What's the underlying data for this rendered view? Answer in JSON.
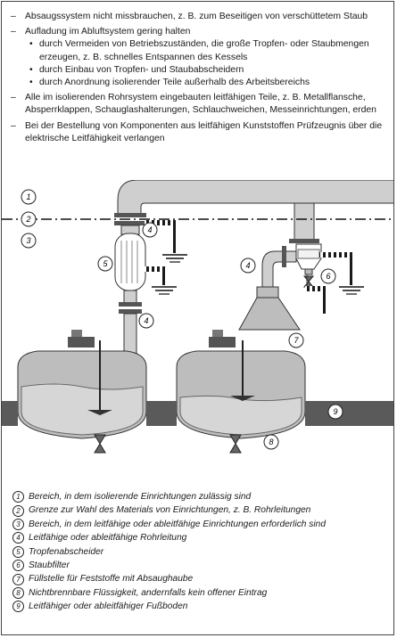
{
  "bullets": [
    {
      "text": "Absaugssystem nicht missbrauchen, z. B. zum Beseitigen von verschüttetem Staub"
    },
    {
      "text": "Aufladung im Abluftsystem gering halten",
      "sub": [
        "durch Vermeiden von Betriebszuständen, die große Tropfen- oder Staubmengen erzeugen, z. B. schnelles Entspannen des Kessels",
        "durch Einbau von Tropfen- und Staubabscheidern",
        "durch Anordnung isolierender Teile außerhalb des Arbeitsbereichs"
      ]
    },
    {
      "text": "Alle im isolierenden Rohrsystem eingebauten leitfähigen Teile, z. B. Metallflansche, Absperrklappen, Schauglashalterungen, Schlauchweichen, Messeinrichtungen, erden"
    },
    {
      "text": "Bei der Bestellung von Komponenten  aus leitfähigen Kunststoffen Prüfzeugnis über die elektrische Leitfähigkeit verlangen"
    }
  ],
  "diagram_numbers": [
    "1",
    "2",
    "3",
    "4",
    "5",
    "4",
    "6",
    "4",
    "7",
    "9",
    "8"
  ],
  "legend": [
    {
      "num": "1",
      "text": "Bereich, in dem isolierende Einrichtungen zulässig sind"
    },
    {
      "num": "2",
      "text": "Grenze zur Wahl des Materials von Einrichtungen, z. B. Rohrleitungen"
    },
    {
      "num": "3",
      "text": "Bereich, in dem leitfähige oder ableitfähige Einrichtungen erforderlich sind"
    },
    {
      "num": "4",
      "text": "Leitfähige oder ableitfähige Rohrleitung"
    },
    {
      "num": "5",
      "text": "Tropfenabscheider"
    },
    {
      "num": "6",
      "text": "Staubfilter"
    },
    {
      "num": "7",
      "text": "Füllstelle für Feststoffe mit Absaughaube"
    },
    {
      "num": "8",
      "text": "Nichtbrennbare Flüssigkeit, andernfalls kein offener Eintrag"
    },
    {
      "num": "9",
      "text": "Leitfähiger oder ableitfähiger Fußboden"
    }
  ],
  "colors": {
    "pipe": "#cfcfcf",
    "floor": "#5a5a5a",
    "liquid": "#d6d6d6",
    "vessel": "#bdbdbd"
  }
}
